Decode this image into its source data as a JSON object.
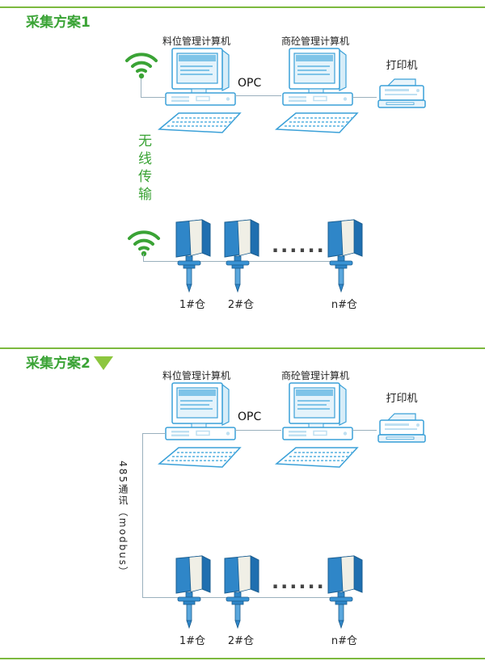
{
  "colors": {
    "title_green": "#3aa335",
    "divider_green": "#7cb93e",
    "device_blue": "#3aa0d8",
    "sensor_blue": "#2f86c8",
    "triangle_green": "#8cc63f"
  },
  "scheme1": {
    "title": "采集方案1",
    "computer1_label": "料位管理计算机",
    "computer2_label": "商砼管理计算机",
    "opc": "OPC",
    "printer": "打印机",
    "wireless": "无线传输",
    "dots": "......",
    "silos": [
      "1#仓",
      "2#仓",
      "n#仓"
    ]
  },
  "scheme2": {
    "title": "采集方案2",
    "computer1_label": "料位管理计算机",
    "computer2_label": "商砼管理计算机",
    "opc": "OPC",
    "printer": "打印机",
    "bus": "485通讯（modbus）",
    "dots": "......",
    "silos": [
      "1#仓",
      "2#仓",
      "n#仓"
    ]
  }
}
